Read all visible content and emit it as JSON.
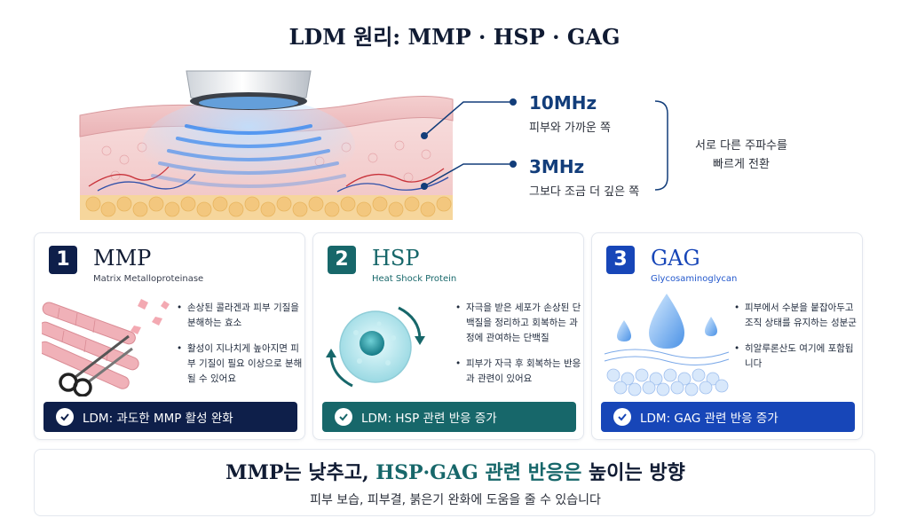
{
  "title": "LDM 원리: MMP · HSP · GAG",
  "frequencies": {
    "high": {
      "value": "10MHz",
      "desc": "피부와 가까운 쪽"
    },
    "low": {
      "value": "3MHz",
      "desc": "그보다 조금 더 깊은 쪽"
    },
    "switch_line1": "서로 다른 주파수를",
    "switch_line2": "빠르게 전환"
  },
  "cards": [
    {
      "number": "1",
      "name": "MMP",
      "full_name": "Matrix Metalloproteinase",
      "color": "#0e1f4a",
      "accent": "#0e1f4a",
      "bullets": [
        "손상된 콜라겐과 피부 기질을 분해하는 효소",
        "활성이 지나치게 높아지면 피부 기질이 필요 이상으로 분해될 수 있어요"
      ],
      "result": "LDM: 과도한 MMP 활성 완화",
      "art_icon": "scissors-icon"
    },
    {
      "number": "2",
      "name": "HSP",
      "full_name": "Heat Shock Protein",
      "color": "#17676a",
      "accent": "#1e7d7f",
      "bullets": [
        "자극을 받은 세포가 손상된 단백질을 정리하고 회복하는 과정에 관여하는 단백질",
        "피부가 자극 후 회복하는 반응과 관련이 있어요"
      ],
      "result": "LDM: HSP 관련 반응 증가",
      "art_icon": "cell-icon"
    },
    {
      "number": "3",
      "name": "GAG",
      "full_name": "Glycosaminoglycan",
      "color": "#1746b8",
      "accent": "#2358cc",
      "bullets": [
        "피부에서 수분을 붙잡아두고 조직 상태를 유지하는 성분군",
        "히알루론산도 여기에 포함됩니다"
      ],
      "result": "LDM: GAG 관련 반응 증가",
      "art_icon": "water-drop-icon"
    }
  ],
  "summary": {
    "part1": "MMP는 낮추고, ",
    "part2": "HSP·GAG 관련 반응은",
    "part3": " 높이는 방향",
    "sub": "피부 보습, 피부결, 붉은기 완화에 도움을 줄 수 있습니다"
  }
}
